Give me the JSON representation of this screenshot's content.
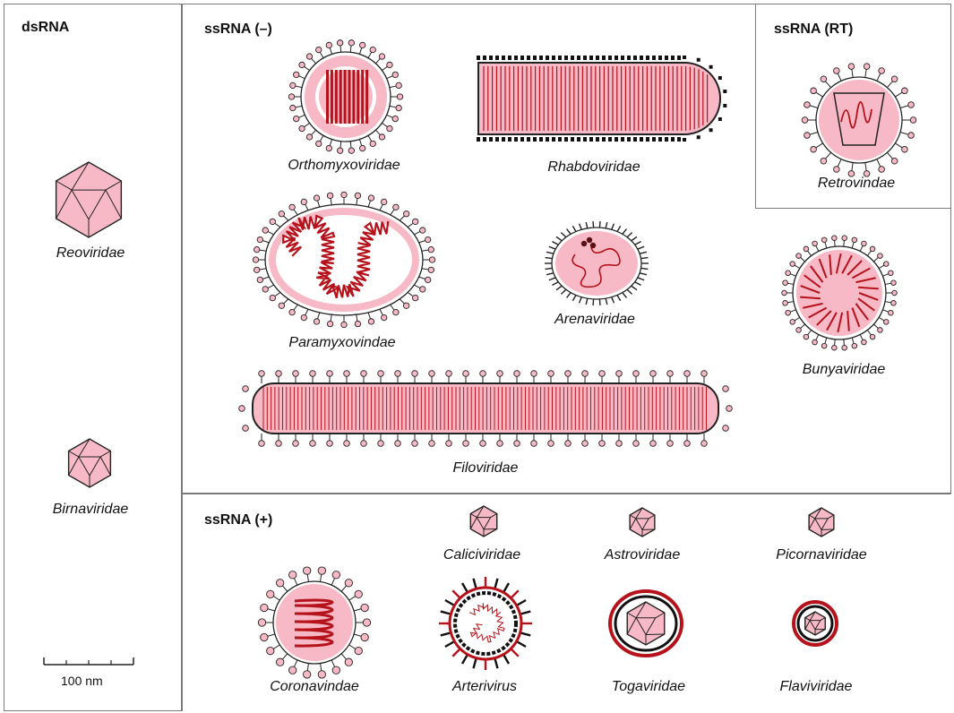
{
  "sections": {
    "dsrna": "dsRNA",
    "ssrna_minus": "ssRNA (–)",
    "ssrna_rt": "ssRNA (RT)",
    "ssrna_plus": "ssRNA (+)"
  },
  "viruses": {
    "reoviridae": "Reoviridae",
    "birnaviridae": "Birnaviridae",
    "orthomyxoviridae": "Orthomyxoviridae",
    "rhabdoviridae": "Rhabdoviridae",
    "retrovindae": "Retrovindae",
    "paramyxovindae": "Paramyxovindae",
    "arenaviridae": "Arenaviridae",
    "bunyaviridae": "Bunyaviridae",
    "filoviridae": "Filoviridae",
    "caliciviridae": "Caliciviridae",
    "astroviridae": "Astroviridae",
    "picornaviridae": "Picornaviridae",
    "coronavindae": "Coronavindae",
    "arterivirus": "Arterivirus",
    "togaviridae": "Togaviridae",
    "flaviviridae": "Flaviviridae"
  },
  "scale_bar": "100 nm",
  "colors": {
    "pink": "#f7b9c6",
    "red": "#b5121b",
    "border": "#7a7a7a"
  }
}
